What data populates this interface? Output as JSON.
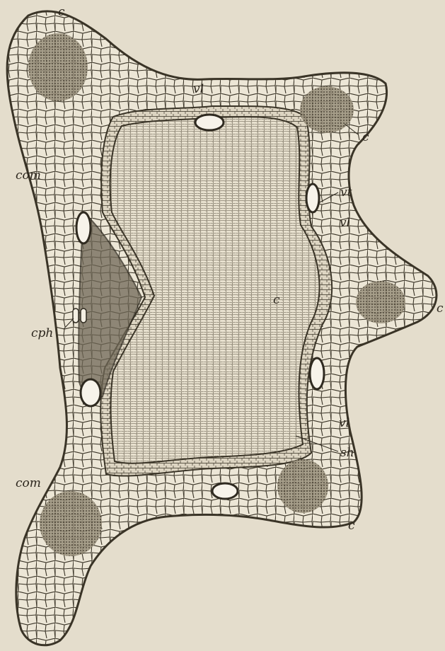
{
  "figure": {
    "colors": {
      "paper": "#e4ddcc",
      "ink": "#3a3427",
      "cell_fill": "#ece6d6",
      "pith_fill": "#e8e1cf",
      "cavity_fill": "#f7f3ea",
      "strand_fill": "#6f6756"
    },
    "labels": {
      "c_top": "c",
      "vl_top": "vl",
      "c_upper_right": "c",
      "com_upper": "com",
      "vt": "vt",
      "vl_right": "vl",
      "c_right_edge": "c",
      "c_center": "c",
      "cph": "cph",
      "vl_lower_right": "vl",
      "sh": "sh",
      "com_lower": "com",
      "c_bottom": "c"
    }
  }
}
